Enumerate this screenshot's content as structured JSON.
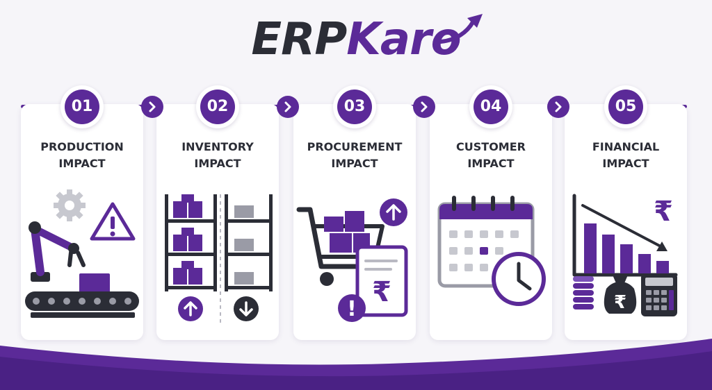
{
  "brand": {
    "part1": "ERP",
    "part2": "Karo",
    "accent_color": "#5b2a98",
    "dark_color": "#2b2d36"
  },
  "steps": [
    {
      "number": "01",
      "title_line1": "PRODUCTION",
      "title_line2": "IMPACT",
      "icons": [
        "gear-icon",
        "warning-icon",
        "robot-arm-icon",
        "conveyor-belt-icon",
        "box-icon"
      ]
    },
    {
      "number": "02",
      "title_line1": "INVENTORY",
      "title_line2": "IMPACT",
      "icons": [
        "shelf-icon",
        "box-icon",
        "arrow-up-icon",
        "arrow-down-icon"
      ]
    },
    {
      "number": "03",
      "title_line1": "PROCUREMENT",
      "title_line2": "IMPACT",
      "icons": [
        "shopping-cart-icon",
        "invoice-icon",
        "rupee-icon",
        "arrow-up-icon",
        "exclamation-icon"
      ]
    },
    {
      "number": "04",
      "title_line1": "CUSTOMER",
      "title_line2": "IMPACT",
      "icons": [
        "calendar-icon",
        "clock-icon"
      ]
    },
    {
      "number": "05",
      "title_line1": "FINANCIAL",
      "title_line2": "IMPACT",
      "icons": [
        "declining-bar-chart-icon",
        "rupee-icon",
        "coin-stack-icon",
        "money-bag-icon",
        "calculator-icon"
      ]
    }
  ],
  "currency_symbol": "₹",
  "exclamation": "!"
}
